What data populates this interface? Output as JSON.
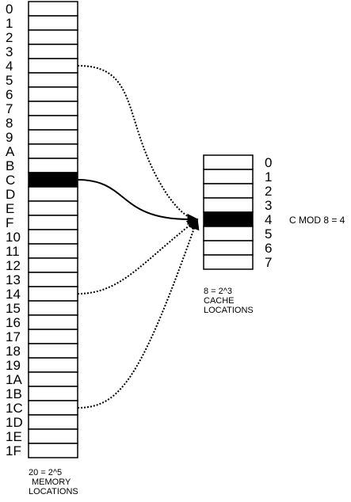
{
  "memory": {
    "labels": [
      "0",
      "1",
      "2",
      "3",
      "4",
      "5",
      "6",
      "7",
      "8",
      "9",
      "A",
      "B",
      "C",
      "D",
      "E",
      "F",
      "10",
      "11",
      "12",
      "13",
      "14",
      "15",
      "16",
      "17",
      "18",
      "19",
      "1A",
      "1B",
      "1C",
      "1D",
      "1E",
      "1F"
    ],
    "highlighted": [
      "C"
    ],
    "caption": [
      "20 = 2^5",
      "MEMORY",
      "LOCATIONS"
    ]
  },
  "cache": {
    "labels": [
      "0",
      "1",
      "2",
      "3",
      "4",
      "5",
      "6",
      "7"
    ],
    "highlighted": [
      "4"
    ],
    "caption": [
      "8 = 2^3",
      "CACHE",
      "LOCATIONS"
    ]
  },
  "mappings": [
    {
      "from": "4",
      "style": "dotted"
    },
    {
      "from": "C",
      "style": "solid"
    },
    {
      "from": "14",
      "style": "dotted"
    },
    {
      "from": "1C",
      "style": "dotted"
    }
  ],
  "target_cache_slot": "4",
  "annotation": "C MOD 8 = 4",
  "colors": {
    "highlight": "#000000",
    "line": "#000000",
    "background": "#ffffff"
  }
}
